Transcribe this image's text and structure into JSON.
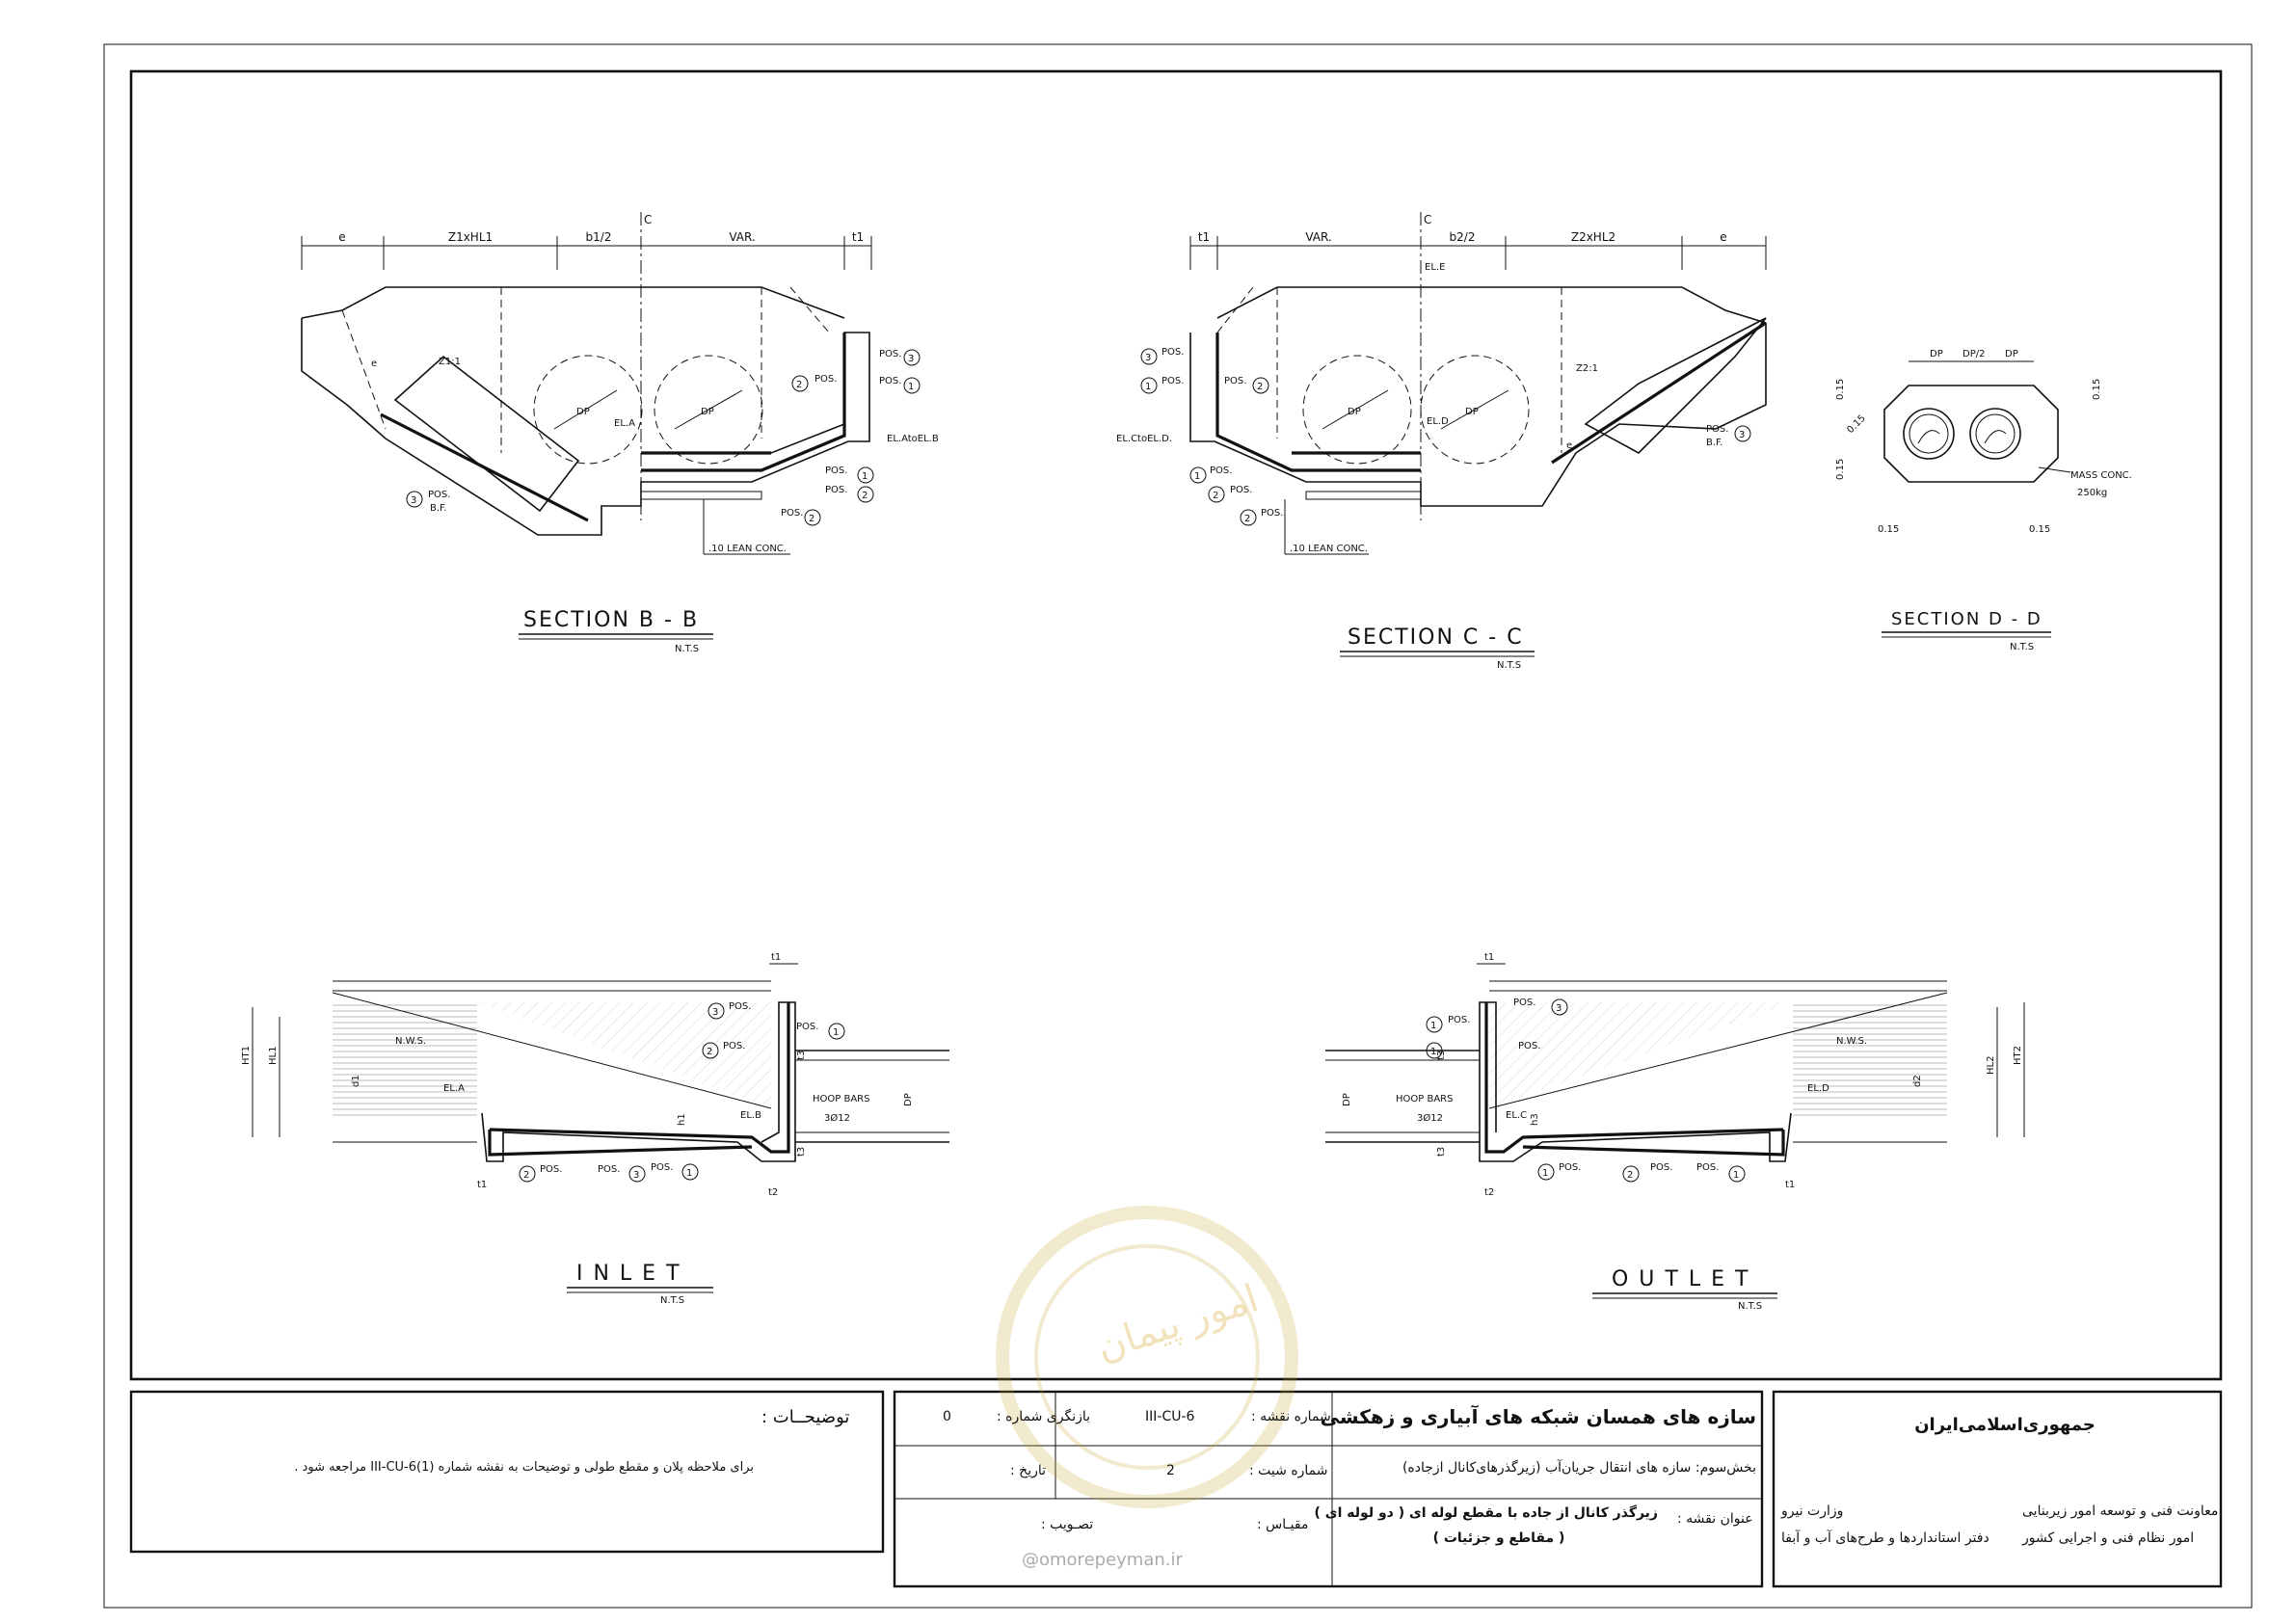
{
  "sections": {
    "bb": {
      "title": "SECTION  B - B",
      "nts": "N.T.S"
    },
    "cc": {
      "title": "SECTION  C - C",
      "nts": "N.T.S"
    },
    "dd": {
      "title": "SECTION  D - D",
      "nts": "N.T.S"
    },
    "inlet": {
      "title": "I N L E T",
      "nts": "N.T.S"
    },
    "outlet": {
      "title": "O U T L E T",
      "nts": "N.T.S"
    }
  },
  "dims_bb": {
    "e": "e",
    "z1": "Z1xHL1",
    "b1": "b1/2",
    "var": "VAR.",
    "t1": "t1"
  },
  "dims_cc": {
    "t1": "t1",
    "var": "VAR.",
    "b2": "b2/2",
    "z2": "Z2xHL2",
    "e": "e"
  },
  "dims_dd": {
    "dp1": "DP",
    "dp2": "DP/2",
    "dp3": "DP",
    "v1": "0.15",
    "v2": "0.15",
    "v3": "0.15",
    "v4": "0.15",
    "h1": "0.15",
    "h2": "0.15"
  },
  "labels": {
    "pos": "POS.",
    "bf": "B.F.",
    "lean": ".10 LEAN CONC.",
    "ela": "EL.A",
    "elatoelb": "EL.AtoEL.B",
    "elctoeld": "EL.CtoEL.D.",
    "eld": "EL.D",
    "ele": "EL.E",
    "elb": "EL.B",
    "elc": "EL.C",
    "dp": "DP",
    "z1": "Z1:1",
    "z2": "Z2:1",
    "e": "e",
    "cl": "C",
    "mass": "MASS CONC.",
    "mass2": "250kg",
    "nws": "N.W.S.",
    "hoop": "HOOP BARS",
    "hoopval": "3Ø12",
    "ht1": "HT1",
    "hl1": "HL1",
    "d1": "d1",
    "h1": "h1",
    "ht2": "HT2",
    "hl2": "HL2",
    "d2": "d2",
    "h3": "h3",
    "t1": "t1",
    "t2": "t2",
    "t3": "t3",
    "n1": "1",
    "n2": "2",
    "n3": "3"
  },
  "titleblock": {
    "org_name": "جمهوری‌اسلامی‌ایران",
    "org_line1": "معاونت فنی و توسعه امور زیربنایی",
    "org_line1b": "وزارت نیرو",
    "org_line2": "امور نظام فنی و اجرایی کشور",
    "org_line2b": "دفتر استانداردها و طرح‌های آب و آبفا",
    "project_title": "سازه های همسان شبکه های آبیاری و زهکشی",
    "part": "بخش‌سوم: سازه های انتقال جریان‌آب (زیرگذرهای‌کانال ازجاده)",
    "drawing_title_label": "عنوان نقشه :",
    "drawing_title_1": "زیرگذر کانال از جاده با مقطع لوله ای ( دو لوله ای )",
    "drawing_title_2": "( مقاطع و جزئیات )",
    "drawing_no_label": "شماره نقشه :",
    "drawing_no": "III-CU-6",
    "revision_label": "بازنگری شماره :",
    "revision": "0",
    "sheet_label": "شماره شیت :",
    "sheet": "2",
    "date_label": "تاریخ :",
    "scale_label": "مقیـاس :",
    "approval_label": "تصـویب :",
    "notes_label": "توضیحــات :",
    "notes_text": "برای ملاحظه پلان و مقطع طولی و توضیحات به نقشه شماره (III-CU-6(1 مراجعه شود ."
  },
  "watermark": {
    "text": "امور پیمان",
    "url": "@omorepeyman.ir"
  }
}
